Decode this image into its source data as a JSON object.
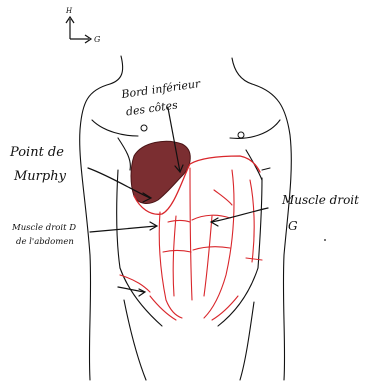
{
  "orientation": {
    "up_label": "H",
    "right_label": "G"
  },
  "annotations": {
    "costal_margin": [
      "Bord inférieur",
      "des côtes"
    ],
    "murphy_point": [
      "Point de",
      "Murphy"
    ],
    "right_rectus": [
      "Muscle droit D",
      "de l'abdomen"
    ],
    "left_rectus": [
      "Muscle droit",
      "G"
    ]
  },
  "colors": {
    "outline": "#111111",
    "muscle": "#d9262b",
    "liver": "#7b2e31",
    "liver_stroke": "#4a1416"
  }
}
